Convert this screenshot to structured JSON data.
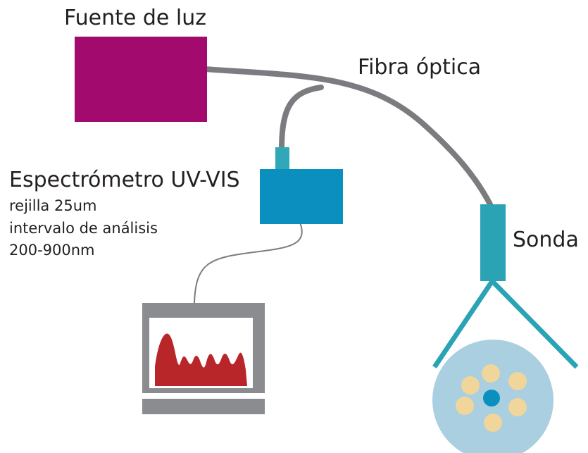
{
  "labels": {
    "light_source": "Fuente de luz",
    "fiber": "Fibra óptica",
    "spectrometer_title": "Espectrómetro UV-VIS",
    "spectrometer_spec1": "rejilla 25um",
    "spectrometer_spec2": "intervalo de análisis",
    "spectrometer_spec3": "200-900nm",
    "probe": "Sonda"
  },
  "colors": {
    "light_source": "#a20a6e",
    "cable": "#7a7c7f",
    "spectrometer": "#0b8fbf",
    "connector": "#31a8b8",
    "probe": "#2aa4b5",
    "monitor_frame": "#8a8c8f",
    "spectrum": "#b8262a",
    "sample_disc": "#a9cfe0",
    "sample_wells": "#f0d69a",
    "center_well": "#0b8fbf",
    "text": "#231f20"
  }
}
